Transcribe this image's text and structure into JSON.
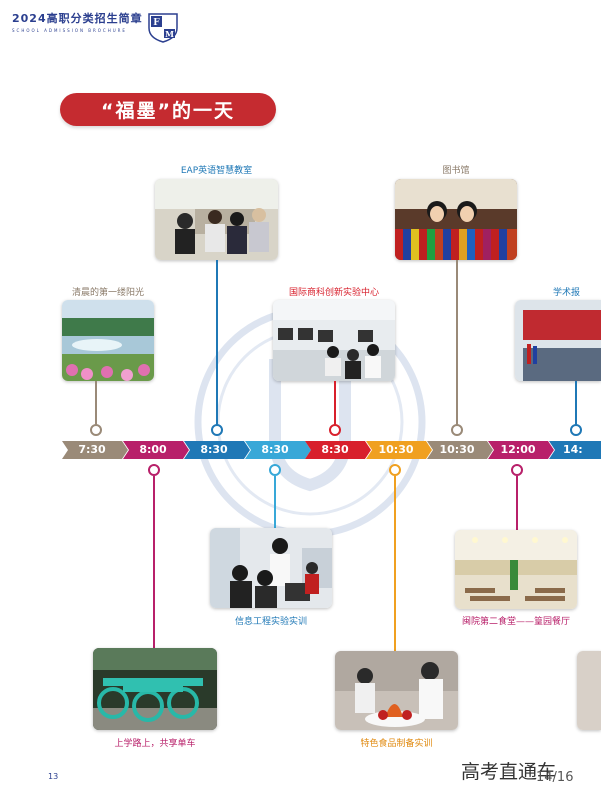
{
  "header": {
    "title": "2024高职分类招生简章",
    "subtitle": "SCHOOL ADMISSION BROCHURE",
    "logo_icon": "fm-school-crest-icon",
    "colors": {
      "brand": "#2b3f8f"
    }
  },
  "section": {
    "title": "“福墨”的一天",
    "color": "#c52b30"
  },
  "timeline": {
    "times": [
      "7:30",
      "8:00",
      "8:30",
      "8:30",
      "8:30",
      "10:30",
      "10:30",
      "12:00",
      "14:"
    ],
    "colors": [
      "#9a8a78",
      "#b8206a",
      "#1f78b6",
      "#38a8d8",
      "#d8202c",
      "#f0a020",
      "#9a8a78",
      "#b8206a",
      "#1f78b6"
    ]
  },
  "activities_above": [
    {
      "caption": "清晨的第一缕阳光",
      "time": "7:30",
      "image": "sunrise-lake-flowers"
    },
    {
      "caption": "EAP英语智慧教室",
      "time": "8:30",
      "image": "smart-classroom"
    },
    {
      "caption": "国际商科创新实验中心",
      "time": "8:30",
      "image": "computer-lab"
    },
    {
      "caption": "图书馆",
      "time": "10:30",
      "image": "library-students"
    },
    {
      "caption": "学术报",
      "time": "14:",
      "image": "lecture-hall"
    }
  ],
  "activities_below": [
    {
      "caption": "上学路上，共享单车",
      "time": "8:00",
      "image": "shared-bikes"
    },
    {
      "caption": "信息工程实验实训",
      "time": "8:30",
      "image": "engineering-lab"
    },
    {
      "caption": "特色食品制备实训",
      "time": "10:30",
      "image": "food-preparation"
    },
    {
      "caption": "闽院第二食堂——篁园餐厅",
      "time": "12:00",
      "image": "canteen"
    }
  ],
  "footer": {
    "page_number": "13",
    "brand": "高考直通车",
    "page_fraction": "14/16"
  }
}
